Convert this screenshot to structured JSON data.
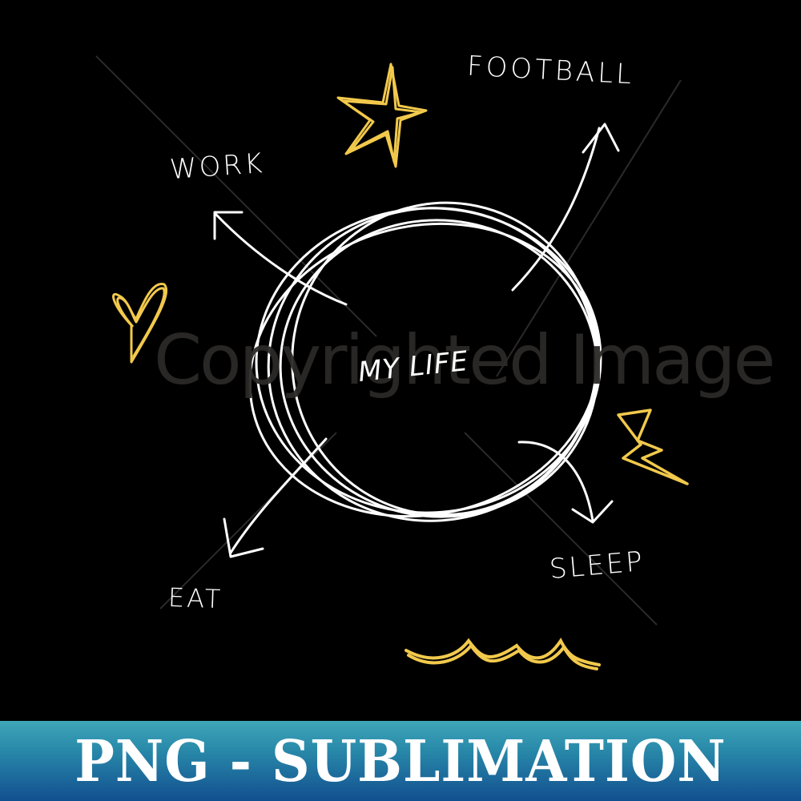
{
  "artwork": {
    "center_label": "MY LIFE",
    "branches": [
      {
        "label": "FOOTBALL",
        "direction": "up-right"
      },
      {
        "label": "WORK",
        "direction": "up-left"
      },
      {
        "label": "EAT",
        "direction": "down-left"
      },
      {
        "label": "SLEEP",
        "direction": "down-right"
      }
    ],
    "doodles": [
      "star-icon",
      "heart-icon",
      "lightning-icon",
      "wave-icon"
    ],
    "colors": {
      "background": "#000000",
      "lines": "#ffffff",
      "doodles": "#f2c94c"
    }
  },
  "watermark": {
    "text": "Copyrighted Image"
  },
  "banner": {
    "text": "PNG - SUBLIMATION",
    "gradient_top": "#3fa6b8",
    "gradient_bottom": "#124f8f"
  }
}
